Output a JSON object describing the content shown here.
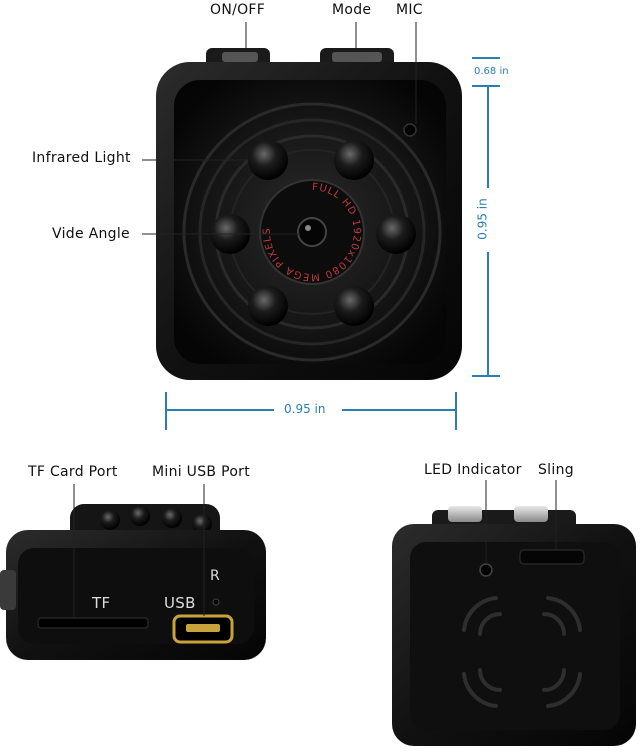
{
  "labels": {
    "on_off": "ON/OFF",
    "mode": "Mode",
    "mic": "MIC",
    "infrared_light": "Infrared Light",
    "view_angle": "Vide Angle",
    "tf_card_port": "TF Card Port",
    "mini_usb_port": "Mini USB Port",
    "led_indicator": "LED Indicator",
    "sling": "Sling"
  },
  "dimensions": {
    "height": "0.95 in",
    "width": "0.95 in",
    "button_height": "0.68 in"
  },
  "lens_ring_text": "FULL HD 1920x1080 MEGA PIXELS",
  "side_markings": {
    "tf": "TF",
    "usb": "USB",
    "reset": "R"
  },
  "colors": {
    "dimension_line": "#2a7fb0",
    "camera_body": "#141414"
  }
}
